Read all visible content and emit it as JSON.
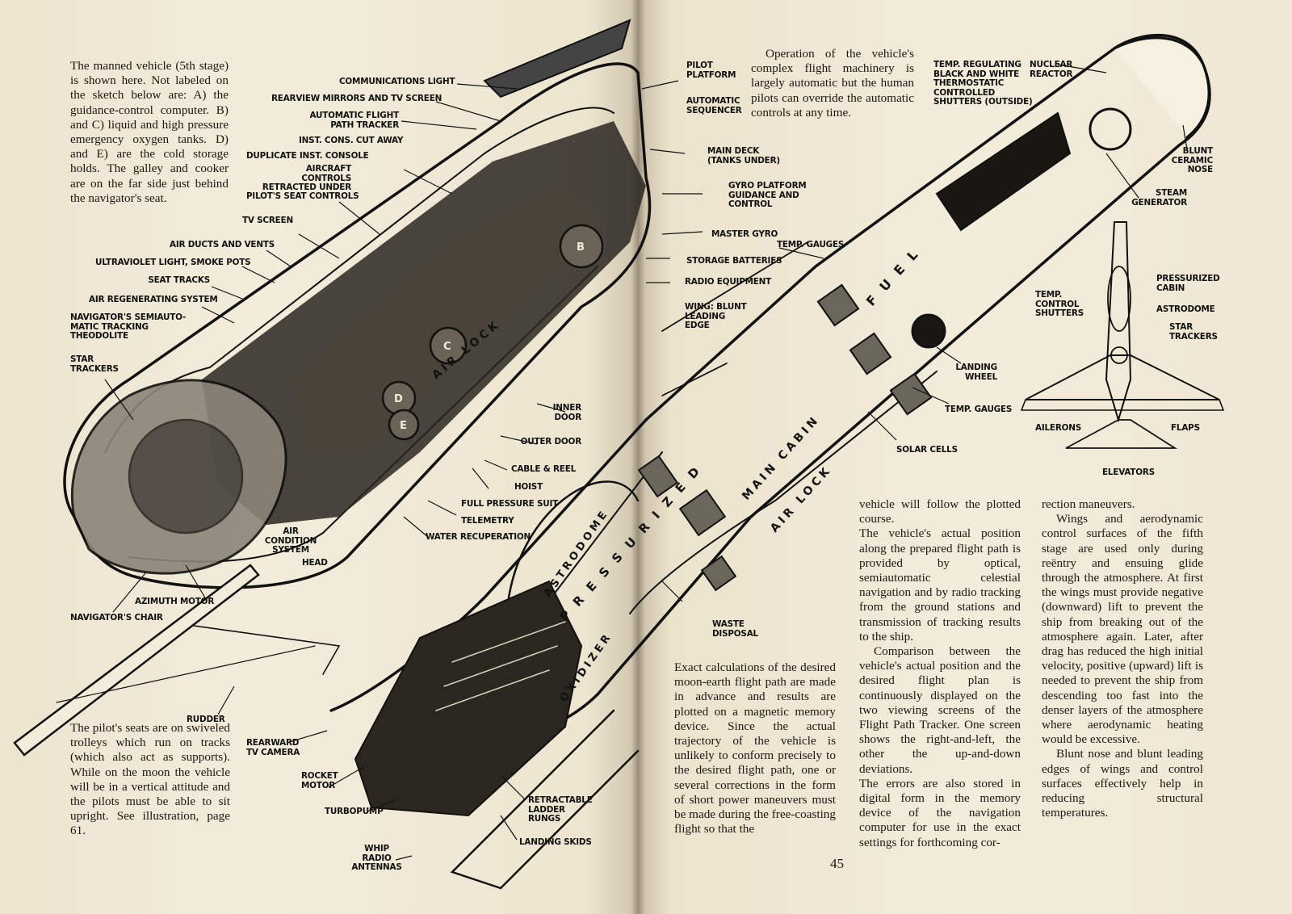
{
  "left_page": {
    "intro_text": "The manned vehicle (5th stage) is shown here. Not labeled on the sketch below are: A) the guidance-control computer. B) and C) liquid and high pressure emergency oxygen tanks. D) and E) are the cold storage holds. The galley and cooker are on the far side just behind the navigator's seat.",
    "bottom_text": "The pilot's seats are on swiveled trolleys which run on tracks (which also act as supports). While on the moon the vehicle will be in a vertical attitude and the pilots must be able to sit upright. See illustration, page 61.",
    "labels": {
      "communications_light": "COMMUNICATIONS LIGHT",
      "rearview_mirrors": "REARVIEW MIRRORS AND TV SCREEN",
      "automatic_flight_path_tracker": "AUTOMATIC FLIGHT\nPATH TRACKER",
      "inst_cons_cut_away": "INST. CONS. CUT AWAY",
      "duplicate_inst_console": "DUPLICATE INST. CONSOLE",
      "aircraft_controls": "AIRCRAFT CONTROLS\nRETRACTED UNDER",
      "pilots_seat_controls": "PILOT'S SEAT CONTROLS",
      "tv_screen": "TV SCREEN",
      "air_ducts_vents": "AIR DUCTS AND VENTS",
      "ultraviolet_light": "ULTRAVIOLET LIGHT, SMOKE POTS",
      "seat_tracks": "SEAT TRACKS",
      "air_regenerating": "AIR REGENERATING SYSTEM",
      "navigators_theodolite": "NAVIGATOR'S SEMIAUTO-\nMATIC TRACKING THEODOLITE",
      "star_trackers": "STAR\nTRACKERS",
      "inner_door": "INNER\nDOOR",
      "outer_door": "OUTER DOOR",
      "cable_reel": "CABLE & REEL",
      "hoist": "HOIST",
      "full_pressure_suit": "FULL PRESSURE SUIT",
      "telemetry": "TELEMETRY",
      "water_recuperation": "WATER RECUPERATION",
      "air_condition_system": "AIR\nCONDITION\nSYSTEM",
      "head": "HEAD",
      "azimuth_motor": "AZIMUTH MOTOR",
      "navigators_chair": "NAVIGATOR'S CHAIR",
      "rudder": "RUDDER",
      "rearward_tv_camera": "REARWARD\nTV CAMERA",
      "rocket_motor": "ROCKET\nMOTOR",
      "turbopump": "TURBOPUMP",
      "whip_radio_antennas": "WHIP RADIO\nANTENNAS",
      "retractable_ladder": "RETRACTABLE\nLADDER RUNGS",
      "landing_skids": "LANDING SKIDS"
    },
    "tank_letters": [
      "B",
      "C",
      "D",
      "E"
    ],
    "hull_text": {
      "air_lock_upper": "AIR LOCK"
    }
  },
  "right_page": {
    "top_text": "Operation of the vehicle's complex flight machinery is largely automatic but the human pilots can override the automatic controls at any time.",
    "col1_para1": "Exact calculations of the desired moon-earth flight path are made in advance and results are plotted on a magnetic memory device. Since the actual trajectory of the vehicle is unlikely to conform precisely to the desired flight path, one or several corrections in the form of short power maneuvers must be made during the free-coasting flight so that the",
    "col2_para1": "vehicle will follow the plotted course.",
    "col2_para2": "The vehicle's actual position along the prepared flight path is provided by optical, semiautomatic celestial navigation and by radio tracking from the ground stations and transmission of tracking results to the ship.",
    "col2_para3": "Comparison between the vehicle's actual position and the desired flight plan is continuously displayed on the two viewing screens of the Flight Path Tracker. One screen shows the right-and-left, the other the up-and-down deviations.",
    "col2_para4": "The errors are also stored in digital form in the memory device of the navigation computer for use in the exact settings for forthcoming cor-",
    "col3_para1": "rection maneuvers.",
    "col3_para2": "Wings and aerodynamic control surfaces of the fifth stage are used only during reëntry and ensuing glide through the atmosphere. At first the wings must provide negative (downward) lift to prevent the ship from breaking out of the atmosphere again. Later, after drag has reduced the high initial velocity, positive (upward) lift is needed to prevent the ship from descending too fast into the denser layers of the atmosphere where aerodynamic heating would be excessive.",
    "col3_para3": "Blunt nose and blunt leading edges of wings and control surfaces effectively help in reducing structural temperatures.",
    "page_number": "45",
    "labels": {
      "pilot_platform": "PILOT\nPLATFORM",
      "automatic_sequencer": "AUTOMATIC\nSEQUENCER",
      "main_deck": "MAIN DECK\n(TANKS UNDER)",
      "gyro_platform": "GYRO PLATFORM\nGUIDANCE AND\nCONTROL",
      "master_gyro": "MASTER GYRO",
      "temp_gauges_top": "TEMP. GAUGES",
      "storage_batteries": "STORAGE BATTERIES",
      "radio_equipment": "RADIO EQUIPMENT",
      "wing_blunt_leading_edge": "WING: BLUNT\nLEADING\nEDGE",
      "waste_disposal": "WASTE\nDISPOSAL",
      "temp_regulating": "TEMP. REGULATING\nBLACK AND WHITE\nTHERMOSTATIC\nCONTROLLED\nSHUTTERS (OUTSIDE)",
      "nuclear_reactor": "NUCLEAR\nREACTOR",
      "blunt_ceramic_nose": "BLUNT\nCERAMIC\nNOSE",
      "steam_generator": "STEAM\nGENERATOR",
      "landing_wheel": "LANDING\nWHEEL",
      "temp_gauges_bottom": "TEMP. GAUGES",
      "solar_cells": "SOLAR CELLS",
      "pressurized_cabin": "PRESSURIZED\nCABIN",
      "temp_control_shutters": "TEMP. CONTROL\nSHUTTERS",
      "astrodome": "ASTRODOME",
      "star_trackers": "STAR\nTRACKERS",
      "ailerons": "AILERONS",
      "flaps": "FLAPS",
      "elevators": "ELEVATORS"
    },
    "hull_text": {
      "fuel": "F U E L",
      "main_cabin": "MAIN CABIN",
      "air_lock": "AIR LOCK",
      "pressurized": "P R E S S U R I Z E D",
      "astrodome": "ASTRODOME",
      "oxidizer": "OXIDIZER"
    }
  }
}
